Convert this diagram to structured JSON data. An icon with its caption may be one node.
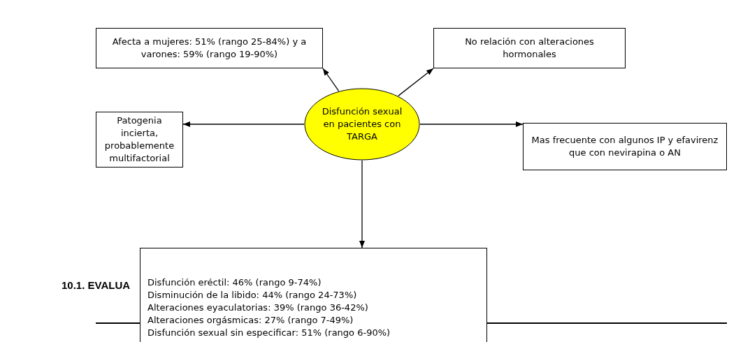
{
  "diagram": {
    "nodes": [
      {
        "text": [
          "Disfunción sexual en pacientes con TARGA"
        ]
      },
      {
        "text": [
          "Afecta a mujeres: 51% (rango 25-84%) y a varones: 59% (rango 19-90%)"
        ]
      },
      {
        "text": [
          "No relación con alteraciones hormonales"
        ]
      },
      {
        "text": [
          "Patogenia incierta, probablemente multifactorial"
        ]
      },
      {
        "text": [
          "Mas frecuente con algunos IP y efavirenz que con nevirapina o AN"
        ]
      },
      {
        "text": [
          "Disfunción eréctil: 46% (rango 9-74%)",
          "Disminución de la libido: 44% (rango 24-73%)",
          "Alteraciones eyaculatorias: 39% (rango 36-42%)",
          "Alteraciones orgásmicas: 27% (rango 7-49%)",
          "Disfunción sexual sin especificar: 51% (rango 6-90%)"
        ]
      }
    ],
    "edges": [
      {
        "from": 0,
        "to": 1,
        "arrow": "to"
      },
      {
        "from": 0,
        "to": 2,
        "arrow": "to"
      },
      {
        "from": 0,
        "to": 3,
        "arrow": "to"
      },
      {
        "from": 0,
        "to": 4,
        "arrow": "to"
      },
      {
        "from": 0,
        "to": 5,
        "arrow": "to"
      }
    ],
    "labels": [
      "10.1. EVALUA"
    ]
  }
}
